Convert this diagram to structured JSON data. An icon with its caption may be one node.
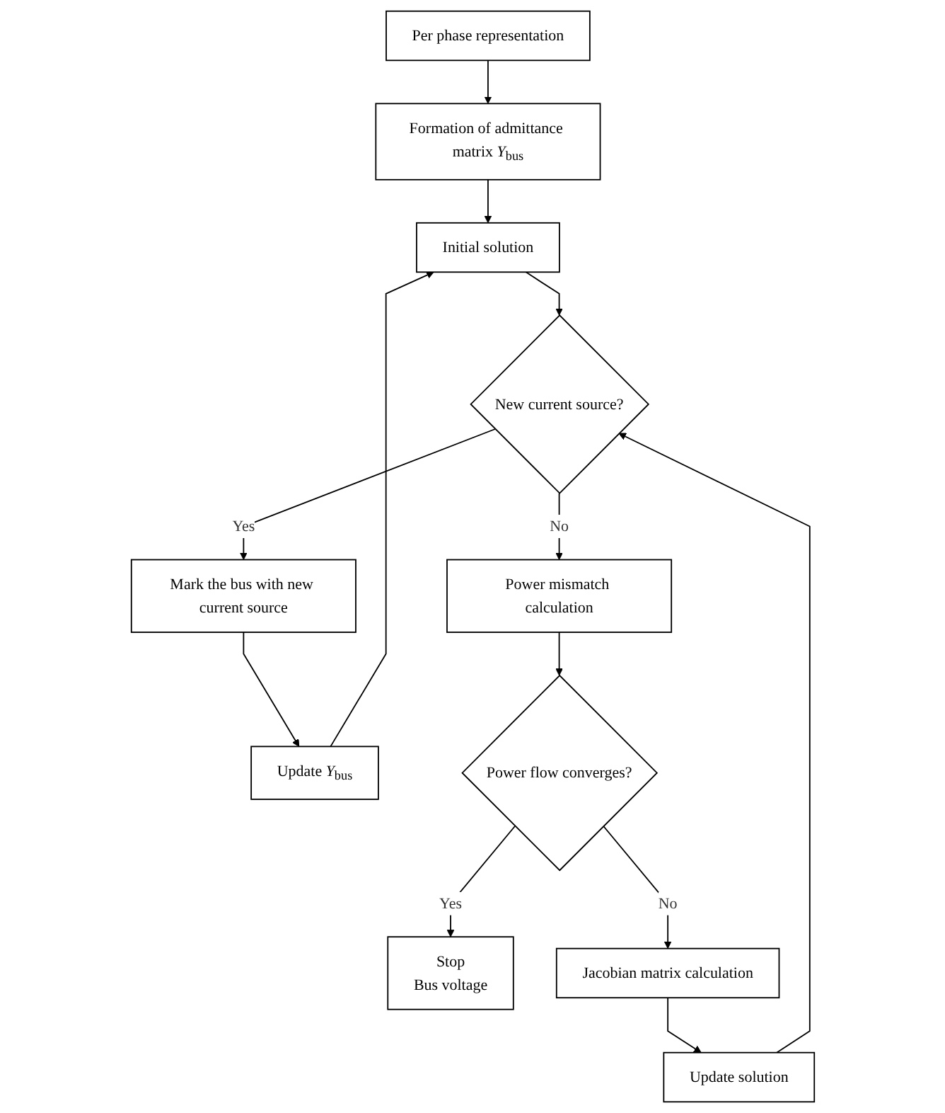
{
  "diagram": {
    "nodes": [
      {
        "text": [
          "Per phase representation"
        ]
      },
      {
        "text": [
          "Formation of admittance matrix *Y*$_{bus}$"
        ]
      },
      {
        "text": [
          "Initial solution"
        ]
      },
      {
        "text": [
          "Update *Y*$_{bus}$"
        ]
      },
      {
        "text": [
          "Mark the bus with new current source"
        ]
      },
      {
        "text": [
          "New current source?"
        ]
      },
      {
        "text": [
          "Power mismatch calculation"
        ]
      },
      {
        "text": [
          "Power flow converges?"
        ]
      },
      {
        "text": [
          "Stop",
          "Bus voltage"
        ]
      },
      {
        "text": [
          "Jacobian matrix calculation"
        ]
      },
      {
        "text": [
          "Update solution"
        ]
      }
    ],
    "edges": [
      {
        "from": 0,
        "to": 1,
        "arrow": "to"
      },
      {
        "from": 1,
        "to": 2,
        "arrow": "to"
      },
      {
        "from": 3,
        "to": 2,
        "arrow": "to"
      },
      {
        "from": 2,
        "to": 5,
        "arrow": "to"
      },
      {
        "from": 5,
        "to": 4,
        "arrow": "to",
        "label": "Yes"
      },
      {
        "from": 4,
        "to": 3,
        "arrow": "to"
      },
      {
        "from": 5,
        "to": 6,
        "arrow": "to",
        "label": "No"
      },
      {
        "from": 6,
        "to": 7,
        "arrow": "to"
      },
      {
        "from": 7,
        "to": 8,
        "arrow": "to",
        "label": "Yes"
      },
      {
        "from": 7,
        "to": 9,
        "arrow": "to",
        "label": "No"
      },
      {
        "from": 9,
        "to": 10,
        "arrow": "to"
      },
      {
        "from": 10,
        "to": 5,
        "arrow": "to"
      }
    ]
  }
}
